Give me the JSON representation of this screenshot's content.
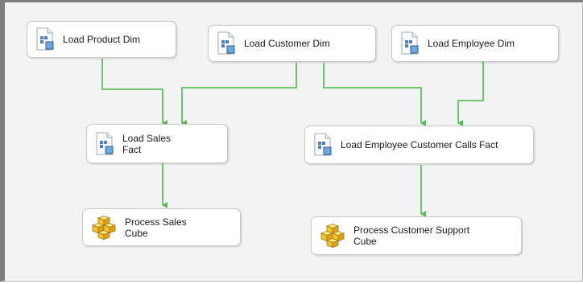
{
  "designer": {
    "tasks": [
      {
        "id": "t1",
        "label": "Load Product Dim",
        "icon": "package-task-icon"
      },
      {
        "id": "t2",
        "label": "Load Customer Dim",
        "icon": "package-task-icon"
      },
      {
        "id": "t3",
        "label": "Load Employee Dim",
        "icon": "package-task-icon"
      },
      {
        "id": "t4",
        "label": "Load Sales\nFact",
        "icon": "package-task-icon"
      },
      {
        "id": "t5",
        "label": "Load Employee Customer Calls Fact",
        "icon": "package-task-icon"
      },
      {
        "id": "t6",
        "label": "Process Sales\nCube",
        "icon": "cube-icon"
      },
      {
        "id": "t7",
        "label": "Process Customer Support\nCube",
        "icon": "cube-icon"
      }
    ],
    "precedence_color": "#5cb85c"
  }
}
